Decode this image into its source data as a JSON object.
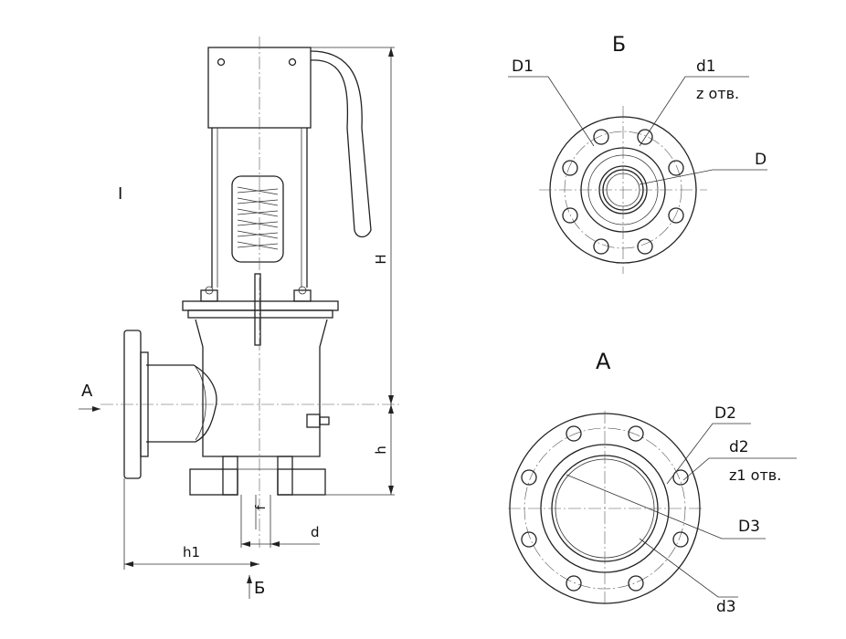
{
  "views": {
    "side": {
      "dims": {
        "H": "H",
        "h": "h",
        "h1": "h1",
        "f": "f",
        "d": "d"
      },
      "view_arrows": {
        "a": "А",
        "b": "Б"
      },
      "misc_mark": "I"
    },
    "view_b": {
      "title": "Б",
      "labels": {
        "D1": "D1",
        "d1": "d1",
        "holes": "z отв.",
        "D": "D"
      }
    },
    "view_a": {
      "title": "А",
      "labels": {
        "D2": "D2",
        "d2": "d2",
        "holes": "z1 отв.",
        "D3": "D3",
        "d3": "d3"
      }
    }
  }
}
